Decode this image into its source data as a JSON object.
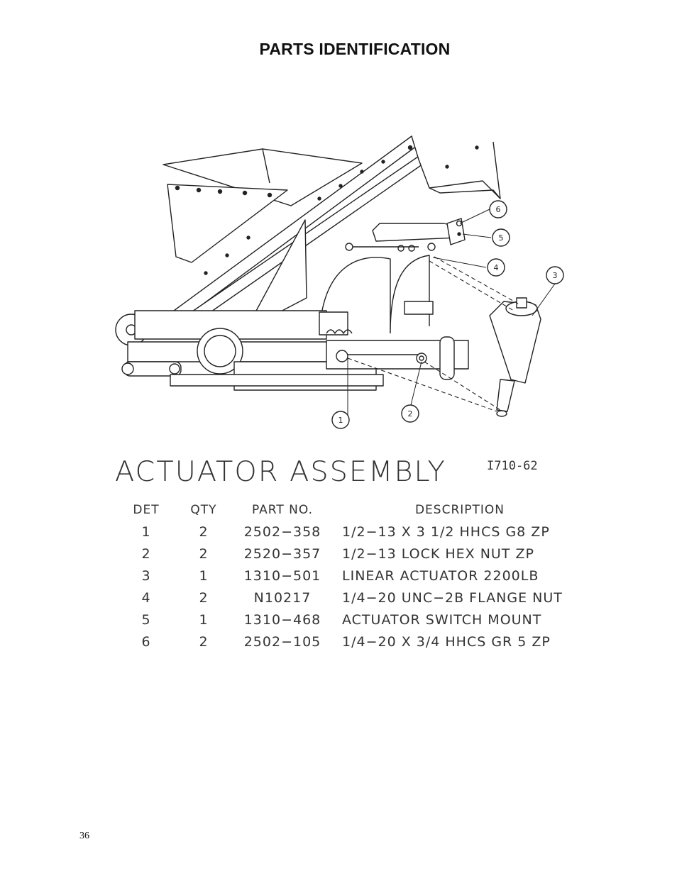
{
  "page": {
    "title": "PARTS IDENTIFICATION",
    "page_number": "36"
  },
  "drawing": {
    "callouts": [
      "1",
      "2",
      "3",
      "4",
      "5",
      "6"
    ]
  },
  "assembly": {
    "title": "ACTUATOR ASSEMBLY",
    "drawing_number": "I710-62",
    "columns": {
      "det": "DET",
      "qty": "QTY",
      "part_no": "PART NO.",
      "description": "DESCRIPTION"
    },
    "rows": [
      {
        "det": "1",
        "qty": "2",
        "part_no": "2502−358",
        "description": "1/2−13 X 3 1/2 HHCS G8 ZP"
      },
      {
        "det": "2",
        "qty": "2",
        "part_no": "2520−357",
        "description": "1/2−13 LOCK HEX NUT ZP"
      },
      {
        "det": "3",
        "qty": "1",
        "part_no": "1310−501",
        "description": "LINEAR ACTUATOR 2200LB"
      },
      {
        "det": "4",
        "qty": "2",
        "part_no": "N10217",
        "description": "1/4−20 UNC−2B FLANGE NUT"
      },
      {
        "det": "5",
        "qty": "1",
        "part_no": "1310−468",
        "description": "ACTUATOR SWITCH MOUNT"
      },
      {
        "det": "6",
        "qty": "2",
        "part_no": "2502−105",
        "description": "1/4−20 X 3/4 HHCS GR 5 ZP"
      }
    ]
  }
}
